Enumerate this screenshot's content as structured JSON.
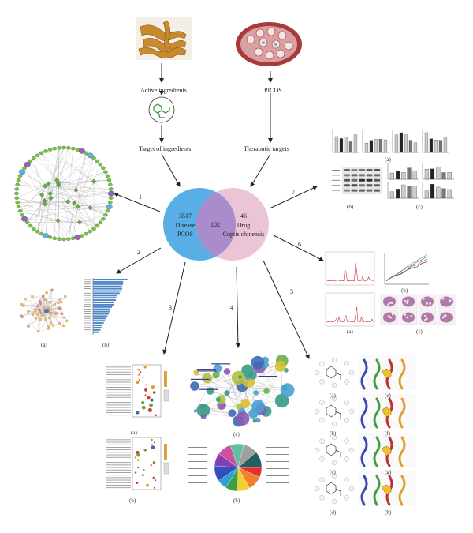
{
  "inputs": {
    "active_ingredients": "Active ingredients",
    "target_of_ingredients": "Target of ingredients",
    "picos": "PICOS",
    "therapeutic_targets": "Theraputic targets"
  },
  "venn": {
    "left_count": "3517",
    "left_line1": "Disease",
    "left_line2": "PCOS",
    "overlap_count": "102",
    "right_count": "46",
    "right_line1": "Drug",
    "right_line2": "Coptis chinensis",
    "left_color": "#5aaee6",
    "right_color": "#ecc4d8",
    "overlap_color": "#a88ccc"
  },
  "steps": [
    "1",
    "2",
    "3",
    "4",
    "5",
    "6",
    "7"
  ],
  "panel_labels": {
    "step2": [
      "(a)",
      "(b)"
    ],
    "step3": [
      "(a)",
      "(b)"
    ],
    "step4": [
      "(a)",
      "(b)"
    ],
    "step5": [
      "(a)",
      "(b)",
      "(c)",
      "(d)",
      "(e)",
      "(f)",
      "(g)",
      "(h)"
    ],
    "step6": [
      "(a)",
      "(b)",
      "(c)"
    ],
    "step7": [
      "(a)",
      "(b)",
      "(c)"
    ]
  },
  "colors": {
    "node_green": "#7cc04a",
    "node_purple": "#9a5fc0",
    "node_blue": "#5ab0e8",
    "bar_blue": "#4f86c6",
    "arrow": "#222222"
  },
  "icons": [
    "herb-photo-icon",
    "ovary-icon",
    "molecule-icon"
  ]
}
